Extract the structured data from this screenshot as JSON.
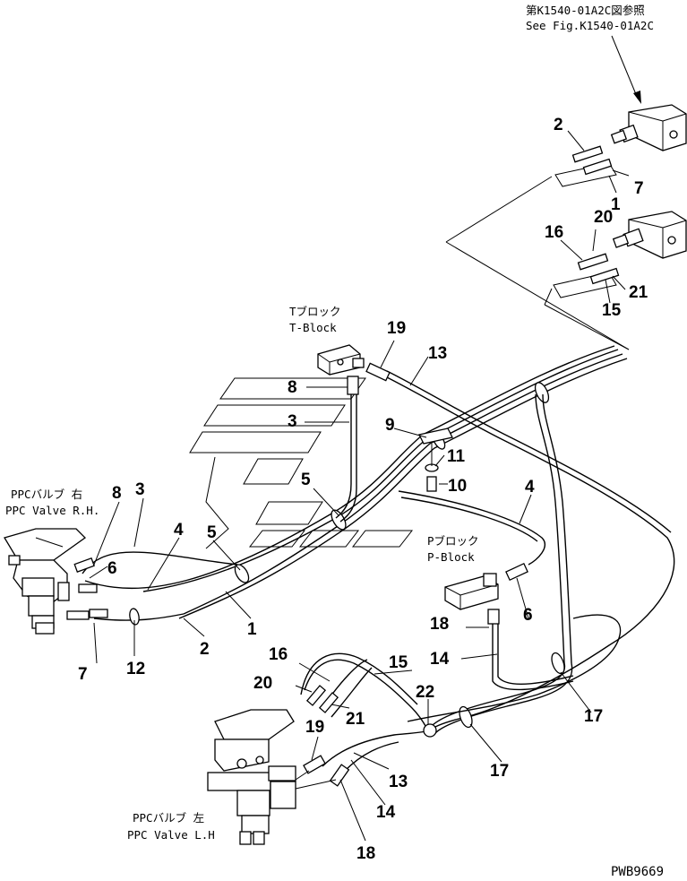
{
  "figure_code": "PWB9669",
  "reference": {
    "jp": "第K1540-01A2C図参照",
    "en": "See Fig.K1540-01A2C"
  },
  "blocks": {
    "t_block": {
      "jp": "Tブロック",
      "en": "T-Block"
    },
    "p_block": {
      "jp": "Pブロック",
      "en": "P-Block"
    }
  },
  "valves": {
    "ppc_rh": {
      "jp": "PPCバルブ 右",
      "en": "PPC Valve R.H."
    },
    "ppc_lh": {
      "jp": "PPCバルブ 左",
      "en": "PPC Valve L.H"
    }
  },
  "callouts": [
    "1",
    "2",
    "3",
    "4",
    "5",
    "6",
    "7",
    "8",
    "9",
    "10",
    "11",
    "12",
    "13",
    "14",
    "15",
    "16",
    "17",
    "18",
    "19",
    "20",
    "21",
    "22"
  ]
}
